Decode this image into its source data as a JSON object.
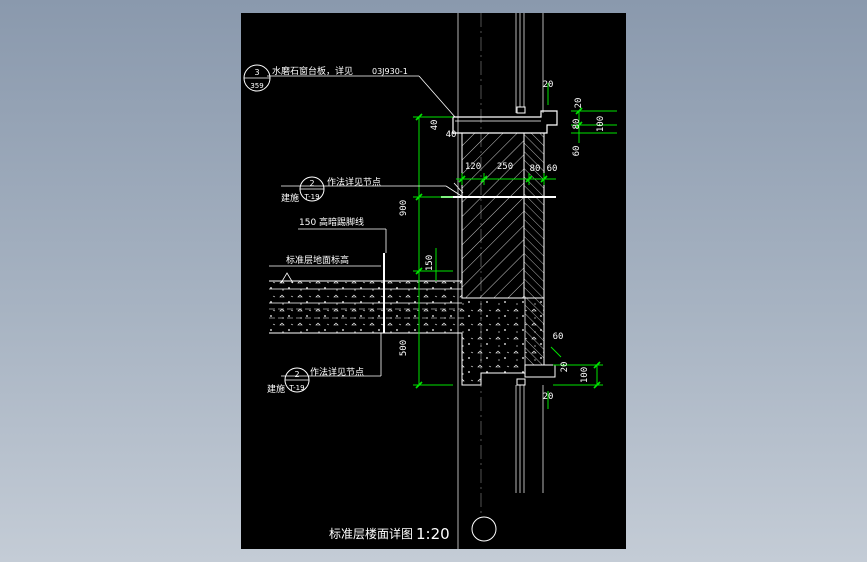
{
  "drawing": {
    "title": "标准层楼面详图",
    "scale": "1:20"
  },
  "callouts": {
    "top_detail": {
      "circle_number": "3",
      "circle_sheet": "359",
      "note": "水磨石窗台板，详见",
      "reference": "03J930-1"
    },
    "mid_detail": {
      "circle_number": "2",
      "circle_sheet": "T-19",
      "note": "作法详见节点",
      "prefix": "建施"
    },
    "skirting": "150 高暗踢脚线",
    "floor_level": "标准层地面标高",
    "bottom_detail": {
      "circle_number": "2",
      "circle_sheet": "T-19",
      "note": "作法详见节点",
      "prefix": "建施"
    }
  },
  "dimensions": {
    "top_right_20": "20",
    "right_20": "20",
    "right_80": "80",
    "right_100": "100",
    "right_60": "60",
    "left_40a": "40",
    "left_40b": "40",
    "d120": "120",
    "d250": "250",
    "d80": "80",
    "d60": "60",
    "h900": "900",
    "h150": "150",
    "h500": "500",
    "lower_60": "60",
    "lower_20": "20",
    "lower_100": "100",
    "bottom_20": "20"
  },
  "colors": {
    "sheet": "#000000",
    "lines": "#ffffff",
    "dimensions": "#00e400"
  }
}
